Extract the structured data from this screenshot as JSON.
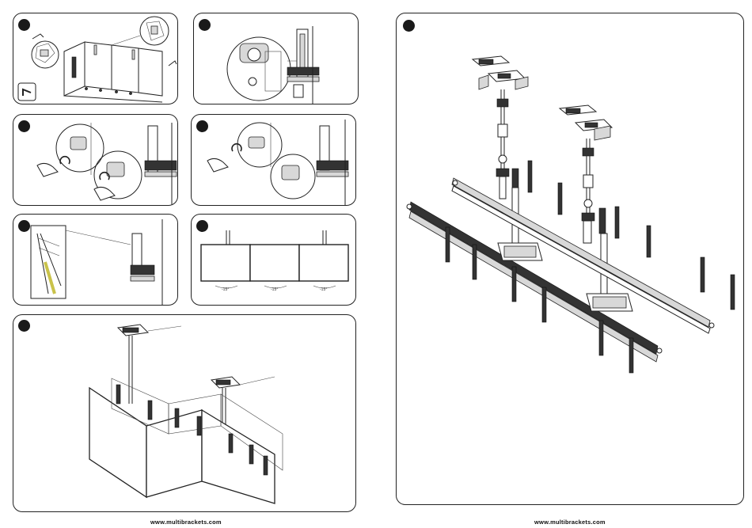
{
  "footer": {
    "left_url": "www.multibrackets.com",
    "right_url": "www.multibrackets.com"
  },
  "step6": {
    "tilt_labels": [
      "-15°",
      "-15°",
      "-15°"
    ]
  },
  "colors": {
    "line": "#222222",
    "step_dot": "#1a1a1a",
    "highlight": "#c9c24a"
  }
}
